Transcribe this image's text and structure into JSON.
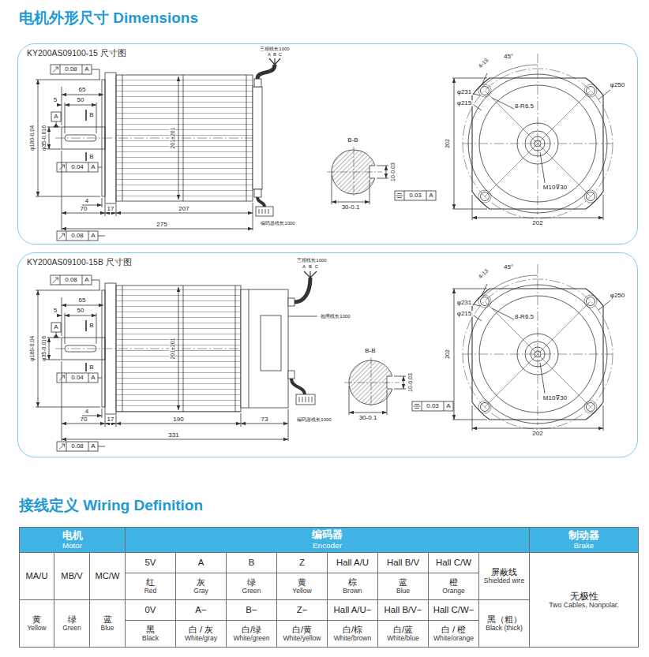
{
  "diagram": {
    "title": "电机外形尺寸 Dimensions",
    "nodes": [
      {
        "text": [
          "KY200AS09100-15 尺寸图"
        ]
      },
      {
        "text": [
          "KY200AS09100-15B 尺寸图"
        ]
      }
    ],
    "labels": [
      "三相线长1000",
      "A",
      "B",
      "C",
      "0.08",
      "A",
      "65",
      "5",
      "50",
      "A",
      "B",
      "B",
      "φ180-0.04",
      "φ35-0.016",
      "0.04",
      "A",
      "201±201",
      "4",
      "70",
      "17",
      "207",
      "275",
      "0.08",
      "A",
      "编码器线长1000",
      "B-B",
      "10-0.03",
      "30-0.1",
      "0.03",
      "A",
      "4-13",
      "45°",
      "φ231",
      "φ250",
      "φ215",
      "8-R6.5",
      "202",
      "M10⊽30",
      "202",
      "三相线长1000",
      "A",
      "B",
      "C",
      "0.08",
      "A",
      "65",
      "5",
      "50",
      "A",
      "B",
      "B",
      "φ180-0.04",
      "φ35-0.016",
      "0.04",
      "A",
      "201±201",
      "4",
      "70",
      "17",
      "190",
      "73",
      "331",
      "0.08",
      "A",
      "抱闸线长1000",
      "编码器线长1000",
      "B-B",
      "10-0.03",
      "30-0.1",
      "0.03",
      "A",
      "4-13",
      "45°",
      "φ231",
      "φ250",
      "φ215",
      "8-R6.5",
      "202",
      "M10⊽30",
      "202",
      "接线定义 Wiring Definition",
      "电机",
      "Motor",
      "编码器",
      "Encoder",
      "制动器",
      "Brake",
      "MA/U",
      "MB/V",
      "MC/W",
      "5V",
      "A",
      "B",
      "Z",
      "Hall A/U",
      "Hall B/V",
      "Hall C/W",
      "屏蔽线",
      "Shielded wire",
      "无极性",
      "Two Cables, Nonpolar.",
      "红",
      "Red",
      "灰",
      "Gray",
      "绿",
      "Green",
      "黄",
      "Yellow",
      "棕",
      "Brown",
      "蓝",
      "Blue",
      "橙",
      "Orange",
      "黄",
      "Yellow",
      "绿",
      "Green",
      "蓝",
      "Blue",
      "0V",
      "A−",
      "B−",
      "Z−",
      "Hall A/U−",
      "Hall B/V−",
      "Hall C/W−",
      "黑（粗）",
      "Black (thick)",
      "黑",
      "Black",
      "白 / 灰",
      "White/gray",
      "白/绿",
      "White/green",
      "白/黄",
      "White/yellow",
      "白/棕",
      "White/brown",
      "白/蓝",
      "White/blue",
      "白 / 橙",
      "White/orange"
    ]
  }
}
